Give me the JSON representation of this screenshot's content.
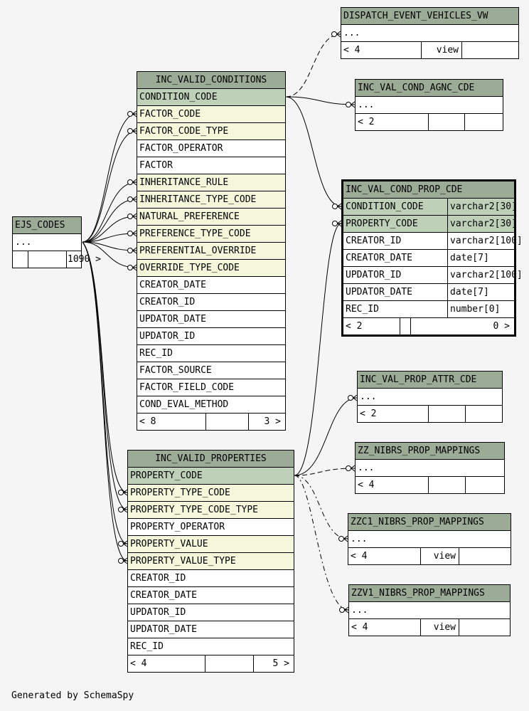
{
  "footer": "Generated by SchemaSpy",
  "tables": {
    "dispatch": {
      "name": "DISPATCH_EVENT_VEHICLES_VW",
      "rows": [
        "..."
      ],
      "footer": {
        "left": "< 4",
        "mid": "view",
        "right": ""
      }
    },
    "agnc": {
      "name": "INC_VAL_COND_AGNC_CDE",
      "rows": [
        "..."
      ],
      "footer": {
        "left": "< 2",
        "mid": "",
        "right": ""
      }
    },
    "conditions": {
      "name": "INC_VALID_CONDITIONS",
      "columns": [
        {
          "name": "CONDITION_CODE",
          "kind": "pk"
        },
        {
          "name": "FACTOR_CODE",
          "kind": "fk"
        },
        {
          "name": "FACTOR_CODE_TYPE",
          "kind": "fk"
        },
        {
          "name": "FACTOR_OPERATOR",
          "kind": "plain"
        },
        {
          "name": "FACTOR",
          "kind": "plain"
        },
        {
          "name": "INHERITANCE_RULE",
          "kind": "fk"
        },
        {
          "name": "INHERITANCE_TYPE_CODE",
          "kind": "fk"
        },
        {
          "name": "NATURAL_PREFERENCE",
          "kind": "fk"
        },
        {
          "name": "PREFERENCE_TYPE_CODE",
          "kind": "fk"
        },
        {
          "name": "PREFERENTIAL_OVERRIDE",
          "kind": "fk"
        },
        {
          "name": "OVERRIDE_TYPE_CODE",
          "kind": "fk"
        },
        {
          "name": "CREATOR_DATE",
          "kind": "plain"
        },
        {
          "name": "CREATOR_ID",
          "kind": "plain"
        },
        {
          "name": "UPDATOR_DATE",
          "kind": "plain"
        },
        {
          "name": "UPDATOR_ID",
          "kind": "plain"
        },
        {
          "name": "REC_ID",
          "kind": "plain"
        },
        {
          "name": "FACTOR_SOURCE",
          "kind": "plain"
        },
        {
          "name": "FACTOR_FIELD_CODE",
          "kind": "plain"
        },
        {
          "name": "COND_EVAL_METHOD",
          "kind": "plain"
        }
      ],
      "footer": {
        "left": "< 8",
        "mid": "",
        "right": "3 >"
      }
    },
    "ejs": {
      "name": "EJS_CODES",
      "rows": [
        "..."
      ],
      "footer": {
        "left": "",
        "mid": "",
        "right": "1090 >"
      }
    },
    "prop_cde": {
      "name": "INC_VAL_COND_PROP_CDE",
      "columns": [
        {
          "name": "CONDITION_CODE",
          "type": "varchar2[30]",
          "kind": "pk"
        },
        {
          "name": "PROPERTY_CODE",
          "type": "varchar2[30]",
          "kind": "pk"
        },
        {
          "name": "CREATOR_ID",
          "type": "varchar2[100]",
          "kind": "plain"
        },
        {
          "name": "CREATOR_DATE",
          "type": "date[7]",
          "kind": "plain"
        },
        {
          "name": "UPDATOR_ID",
          "type": "varchar2[100]",
          "kind": "plain"
        },
        {
          "name": "UPDATOR_DATE",
          "type": "date[7]",
          "kind": "plain"
        },
        {
          "name": "REC_ID",
          "type": "number[0]",
          "kind": "plain"
        }
      ],
      "footer": {
        "left": "< 2",
        "mid": "",
        "right": "0 >"
      }
    },
    "attr": {
      "name": "INC_VAL_PROP_ATTR_CDE",
      "rows": [
        "..."
      ],
      "footer": {
        "left": "< 2",
        "mid": "",
        "right": ""
      }
    },
    "zz": {
      "name": "ZZ_NIBRS_PROP_MAPPINGS",
      "rows": [
        "..."
      ],
      "footer": {
        "left": "< 4",
        "mid": "",
        "right": ""
      }
    },
    "properties": {
      "name": "INC_VALID_PROPERTIES",
      "columns": [
        {
          "name": "PROPERTY_CODE",
          "kind": "pk"
        },
        {
          "name": "PROPERTY_TYPE_CODE",
          "kind": "fk"
        },
        {
          "name": "PROPERTY_TYPE_CODE_TYPE",
          "kind": "fk"
        },
        {
          "name": "PROPERTY_OPERATOR",
          "kind": "plain"
        },
        {
          "name": "PROPERTY_VALUE",
          "kind": "fk"
        },
        {
          "name": "PROPERTY_VALUE_TYPE",
          "kind": "fk"
        },
        {
          "name": "CREATOR_ID",
          "kind": "plain"
        },
        {
          "name": "CREATOR_DATE",
          "kind": "plain"
        },
        {
          "name": "UPDATOR_ID",
          "kind": "plain"
        },
        {
          "name": "UPDATOR_DATE",
          "kind": "plain"
        },
        {
          "name": "REC_ID",
          "kind": "plain"
        }
      ],
      "footer": {
        "left": "< 4",
        "mid": "",
        "right": "5 >"
      }
    },
    "zzc1": {
      "name": "ZZC1_NIBRS_PROP_MAPPINGS",
      "rows": [
        "..."
      ],
      "footer": {
        "left": "< 4",
        "mid": "view",
        "right": ""
      }
    },
    "zzv1": {
      "name": "ZZV1_NIBRS_PROP_MAPPINGS",
      "rows": [
        "..."
      ],
      "footer": {
        "left": "< 4",
        "mid": "view",
        "right": ""
      }
    }
  },
  "colors": {
    "header": "#9bab96",
    "primary_key": "#bed1b8",
    "foreign_key": "#f4f7da",
    "background": "#f5f5f5"
  }
}
